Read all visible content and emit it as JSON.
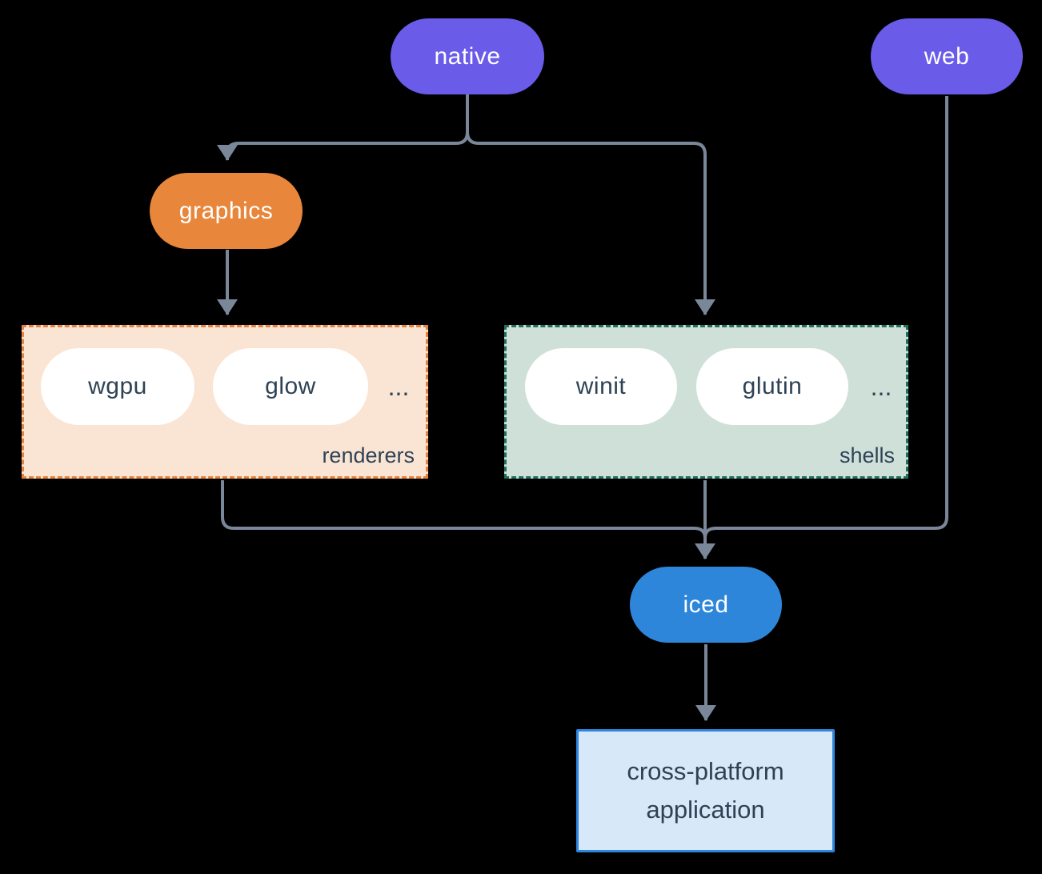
{
  "diagram": {
    "nodes": {
      "native": "native",
      "web": "web",
      "graphics": "graphics",
      "iced": "iced"
    },
    "groups": {
      "renderers": {
        "label": "renderers",
        "items": [
          "wgpu",
          "glow"
        ],
        "ellipsis": "..."
      },
      "shells": {
        "label": "shells",
        "items": [
          "winit",
          "glutin"
        ],
        "ellipsis": "..."
      }
    },
    "application": {
      "line1": "cross-platform",
      "line2": "application"
    },
    "colors": {
      "platform_node": "#6A5BE8",
      "graphics_node": "#E8873C",
      "iced_node": "#2E86DB",
      "renderers_box_bg": "#FAE5D4",
      "renderers_box_border": "#E8823B",
      "shells_box_bg": "#CFE0D9",
      "shells_box_border": "#20705F",
      "application_box_bg": "#D7E8F8",
      "application_box_border": "#2E86DE",
      "connector": "#7A8799",
      "node_text_light": "#FFFFFF",
      "node_text_dark": "#2F4255"
    }
  }
}
